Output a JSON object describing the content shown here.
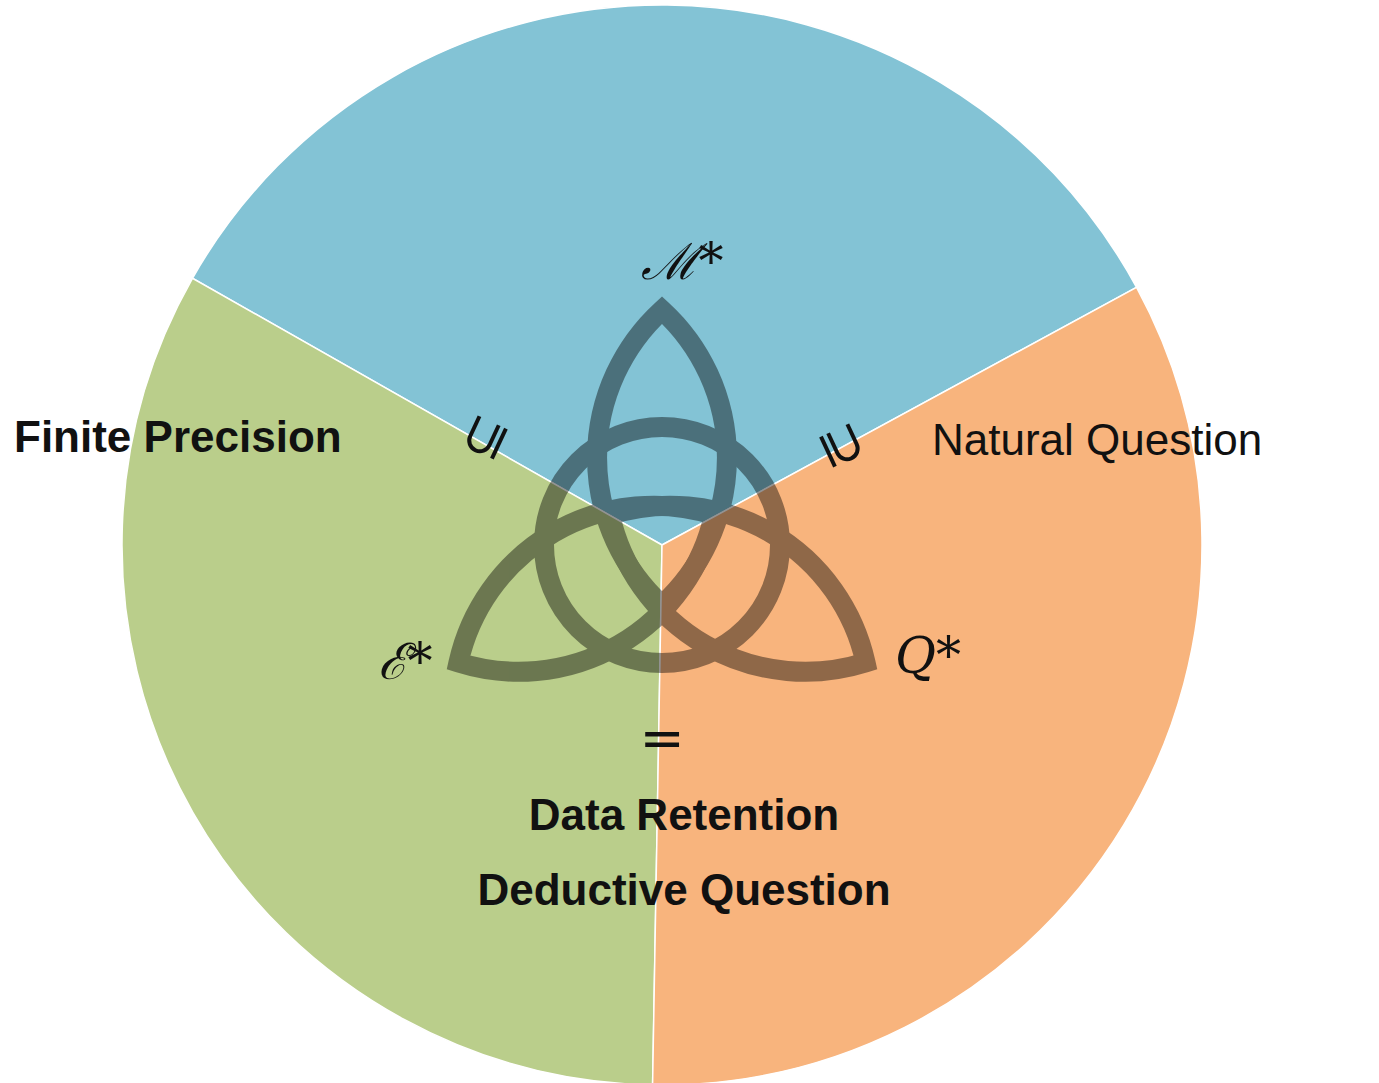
{
  "diagram": {
    "nodes": [
      {
        "text": [
          "ℳ*"
        ]
      },
      {
        "text": [
          "ℰ*"
        ]
      },
      {
        "text": [
          "Q*"
        ]
      }
    ],
    "labels": [
      "Finite Precision",
      "Natural Question",
      "⊆",
      "⊇",
      "=",
      "Data Retention",
      "Deductive Question"
    ]
  }
}
